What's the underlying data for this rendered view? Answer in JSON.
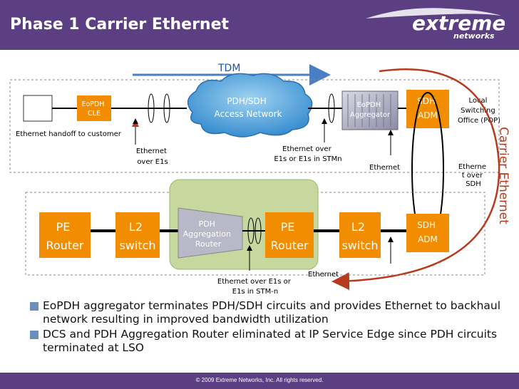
{
  "slide": {
    "title": "Phase 1 Carrier Ethernet",
    "footer": "© 2009 Extreme Networks, Inc.  All rights reserved.",
    "logo": {
      "word": "extreme",
      "sub": "networks"
    }
  },
  "diagram": {
    "tdm": "TDM",
    "carrier": "Carrier Ethernet",
    "top": {
      "eopdh_cle": [
        "EoPDH",
        "CLE"
      ],
      "handoff": "Ethernet handoff to customer",
      "eth_e1s": [
        "Ethernet",
        "over E1s"
      ],
      "cloud": [
        "PDH/SDH",
        "Access Network"
      ],
      "eth_stmn": [
        "Ethernet over",
        "E1s or E1s in STMn"
      ],
      "eopdh_agg": [
        "EoPDH",
        "Aggregator"
      ],
      "sdh_adm": [
        "SDH",
        "ADM"
      ],
      "lso": [
        "Local",
        "Switching",
        "Office (POP)"
      ],
      "ethernet": "Ethernet",
      "eth_sdh": [
        "Etherne",
        "t over",
        "SDH"
      ]
    },
    "bottom": {
      "pe1": [
        "PE",
        "Router"
      ],
      "l2a": [
        "L2",
        "switch"
      ],
      "pdh_router": [
        "PDH",
        "Aggregation",
        "Router"
      ],
      "pe2": [
        "PE",
        "Router"
      ],
      "l2b": [
        "L2",
        "switch"
      ],
      "sdh_adm": [
        "SDH",
        "ADM"
      ],
      "eth_stm": [
        "Ethernet over E1s or",
        "E1s in STM-n"
      ],
      "ethernet": "Ethernet"
    }
  },
  "bullets": [
    "EoPDH aggregator terminates PDH/SDH circuits and provides Ethernet to backhaul network resulting in improved bandwidth utilization",
    "DCS and PDH Aggregation Router eliminated at IP Service Edge since PDH circuits terminated at LSO"
  ],
  "colors": {
    "header": "#5b3f82",
    "box": "#f28c00",
    "green": "#c6d89e",
    "cloud": "#5aa9dc",
    "arrow_red": "#b83a1e",
    "arrow_blue": "#4a7fc4"
  }
}
